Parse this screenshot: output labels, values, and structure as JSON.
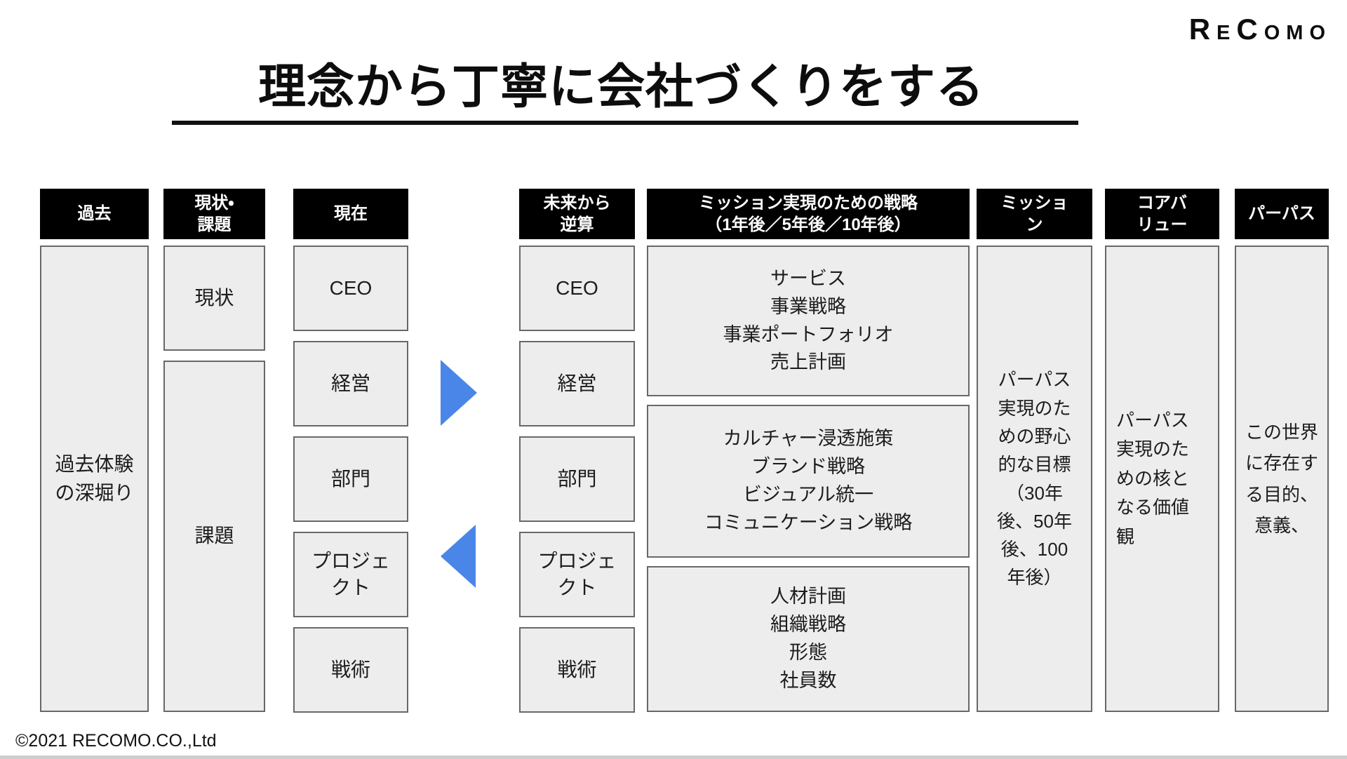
{
  "brand": {
    "logo": "ReComo"
  },
  "title": {
    "text": "理念から丁寧に会社づくりをする"
  },
  "columns": {
    "past": {
      "header": "過去",
      "body": "過去体験\nの深堀り"
    },
    "current_issues": {
      "header": "現状・\n課題",
      "box1": "現状",
      "box2": "課題"
    },
    "present": {
      "header": "現在",
      "levels": [
        "CEO",
        "経営",
        "部門",
        "プロジェ\nクト",
        "戦術"
      ]
    },
    "future": {
      "header": "未来から\n逆算",
      "levels": [
        "CEO",
        "経営",
        "部門",
        "プロジェ\nクト",
        "戦術"
      ]
    },
    "strategy": {
      "header": "ミッション実現のための戦略\n（1年後／5年後／10年後）",
      "box1": "サービス\n事業戦略\n事業ポートフォリオ\n売上計画",
      "box2": "カルチャー浸透施策\nブランド戦略\nビジュアル統一\nコミュニケーション戦略",
      "box3": "人材計画\n組織戦略\n形態\n社員数"
    },
    "mission": {
      "header": "ミッショ\nン",
      "body": "パーパス\n実現のた\nめの野心\n的な目標\n（30年\n後、50年\n後、100\n年後）"
    },
    "core_value": {
      "header": "コアバ\nリュー",
      "body": "パーパス\n実現のた\nめの核と\nなる価値\n観"
    },
    "purpose": {
      "header": "パーパス",
      "body": "この世界\nに存在す\nる目的、\n意義、"
    }
  },
  "colors": {
    "arrow_blue": "#4a86e8",
    "header_bg": "#000000",
    "box_fill": "#ededed",
    "box_border": "#686868"
  },
  "footer": {
    "copyright": "©2021 RECOMO.CO.,Ltd"
  }
}
